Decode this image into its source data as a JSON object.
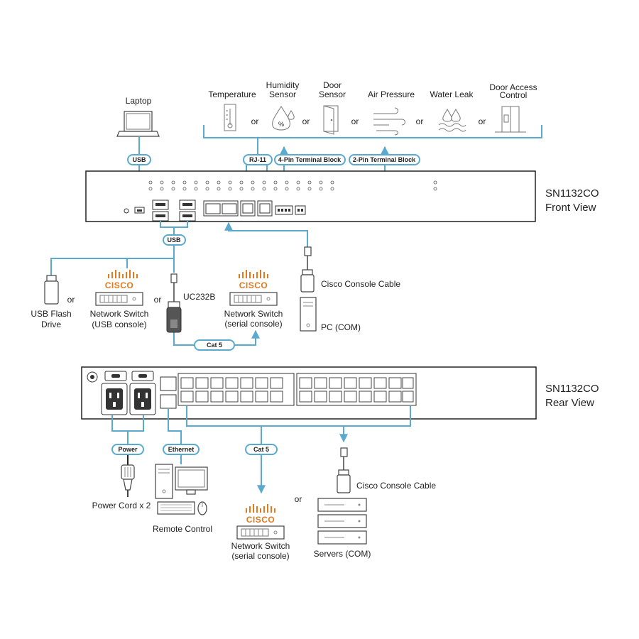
{
  "front": {
    "view_label_line1": "SN1132CO",
    "view_label_line2": "Front View",
    "sensors": [
      {
        "label_line1": "Temperature",
        "label_line2": "",
        "icon": "thermometer-icon"
      },
      {
        "label_line1": "Humidity",
        "label_line2": "Sensor",
        "icon": "humidity-icon"
      },
      {
        "label_line1": "Door",
        "label_line2": "Sensor",
        "icon": "door-icon"
      },
      {
        "label_line1": "Air Pressure",
        "label_line2": "",
        "icon": "air-pressure-icon"
      },
      {
        "label_line1": "Water Leak",
        "label_line2": "",
        "icon": "water-leak-icon"
      },
      {
        "label_line1": "Door Access",
        "label_line2": "Control",
        "icon": "door-access-icon"
      }
    ],
    "or_text": "or",
    "pills": {
      "usb_top": "USB",
      "rj11": "RJ-11",
      "four_pin": "4-Pin Terminal Block",
      "two_pin": "2-Pin Terminal Block",
      "usb_bottom": "USB",
      "cat5": "Cat 5"
    },
    "laptop_label": "Laptop",
    "usb_flash_line1": "USB Flash",
    "usb_flash_line2": "Drive",
    "switch_usb_line1": "Network Switch",
    "switch_usb_line2": "(USB console)",
    "uc232b": "UC232B",
    "switch_serial_line1": "Network Switch",
    "switch_serial_line2": "(serial console)",
    "cisco_cable": "Cisco Console Cable",
    "pc_com": "PC (COM)"
  },
  "rear": {
    "view_label_line1": "SN1132CO",
    "view_label_line2": "Rear View",
    "pills": {
      "power": "Power",
      "ethernet": "Ethernet",
      "cat5": "Cat 5"
    },
    "power_cord": "Power Cord x 2",
    "remote_control": "Remote Control",
    "switch_line1": "Network Switch",
    "switch_line2": "(serial console)",
    "or_text": "or",
    "cisco_cable": "Cisco Console Cable",
    "servers": "Servers (COM)"
  },
  "cisco_logo_text": "CISCO",
  "colors": {
    "wire": "#5aaad0",
    "cisco": "#e0791f",
    "outline": "#222222"
  }
}
